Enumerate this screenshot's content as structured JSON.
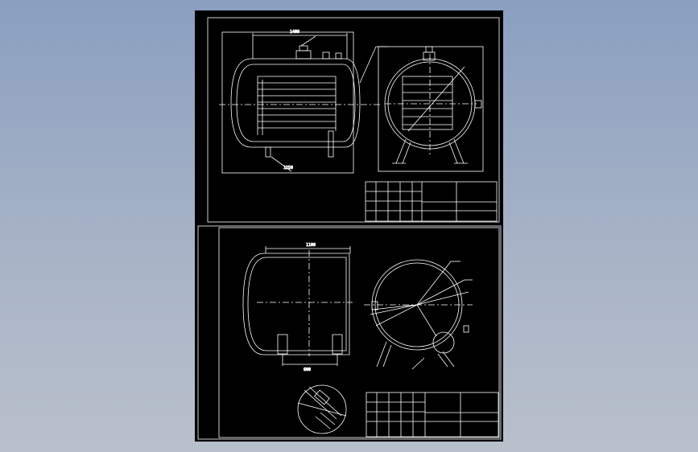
{
  "background": {
    "gradient_top": "#8a9fc0",
    "gradient_bottom": "#b9c0cc"
  },
  "drawing": {
    "background_color": "#000000",
    "line_color": "#ffffff",
    "sheet1": {
      "front_view": {
        "length_dim": "1400",
        "height_label": "1250"
      },
      "side_view": {
        "label_a": "",
        "label_b": ""
      },
      "title_block": {
        "name": "",
        "drawing_no": "",
        "code": ""
      }
    },
    "sheet2": {
      "front_view": {
        "length_dim": "1100",
        "spacing_dim": "600"
      },
      "side_view": {
        "leader_a": "",
        "leader_b": ""
      },
      "title_block": {
        "name": "",
        "drawing_no": "",
        "code": ""
      }
    }
  }
}
